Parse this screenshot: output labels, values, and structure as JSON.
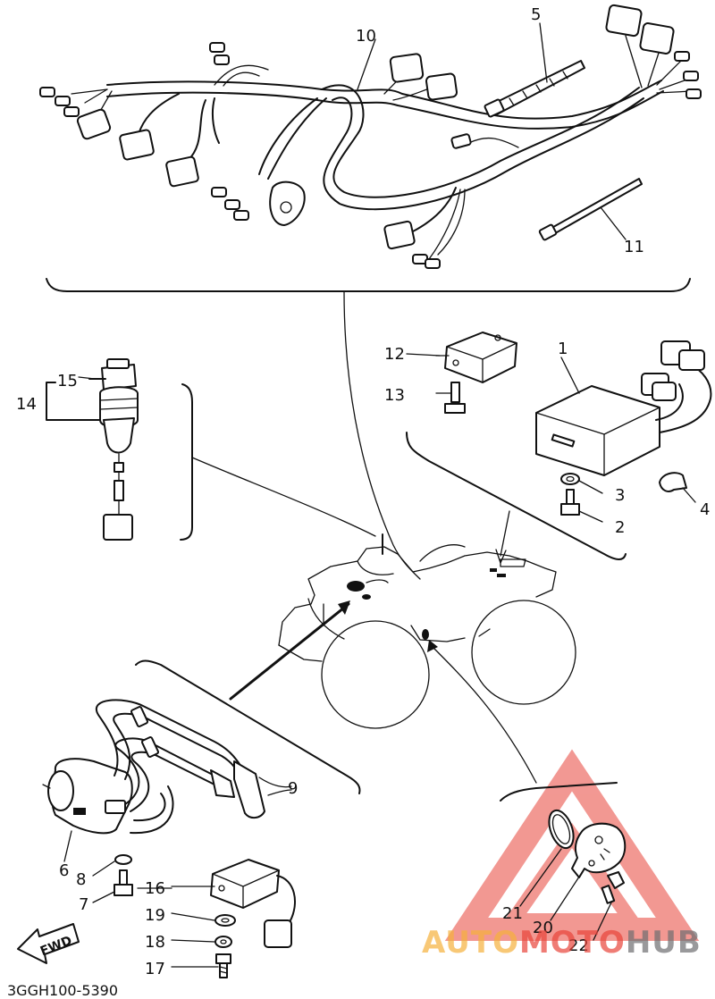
{
  "diagram_code": "3GGH100-5390",
  "direction_tag": "FWD",
  "part_callouts": [
    "1",
    "2",
    "3",
    "4",
    "5",
    "6",
    "7",
    "8",
    "9",
    "10",
    "11",
    "12",
    "13",
    "14",
    "15",
    "16",
    "17",
    "18",
    "19",
    "20",
    "21",
    "22"
  ],
  "watermark": {
    "part1": "AUTO",
    "part2": "MOTO",
    "part3": "HUB",
    "colors": {
      "auto": "#f5b13c",
      "moto": "#e8443a",
      "hub": "#6d6e71",
      "triangle": "#e8443a"
    }
  }
}
